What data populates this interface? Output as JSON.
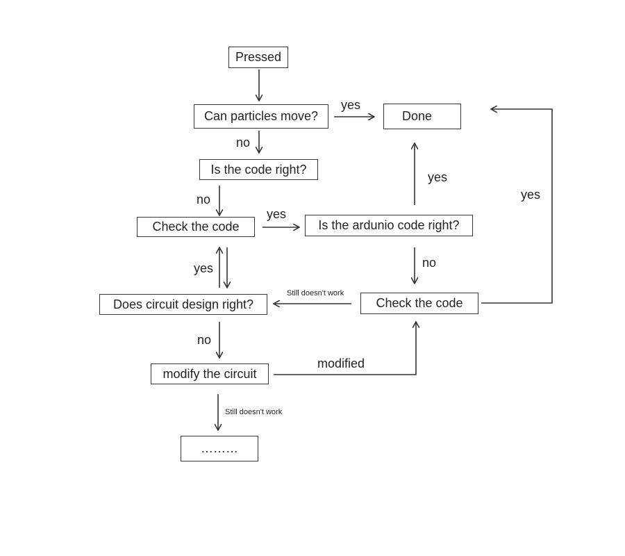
{
  "nodes": {
    "pressed": "Pressed",
    "can_move": "Can particles move?",
    "done": "Done",
    "code_right": "Is the code right?",
    "check_code_1": "Check the code",
    "arduino_right": "Is the ardunio code right?",
    "circuit_right": "Does circuit design right?",
    "check_code_2": "Check the code",
    "modify": "modify the circuit",
    "ellipsis": "………"
  },
  "edges": {
    "can_move_yes": "yes",
    "can_move_no": "no",
    "code_right_no": "no",
    "check_code_yes": "yes",
    "arduino_yes": "yes",
    "loop_yes": "yes",
    "circuit_yes": "yes",
    "arduino_no": "no",
    "still_doesnt_work_1": "Still doesn't work",
    "circuit_no": "no",
    "modified": "modified",
    "still_doesnt_work_2": "Still doesn't work"
  }
}
